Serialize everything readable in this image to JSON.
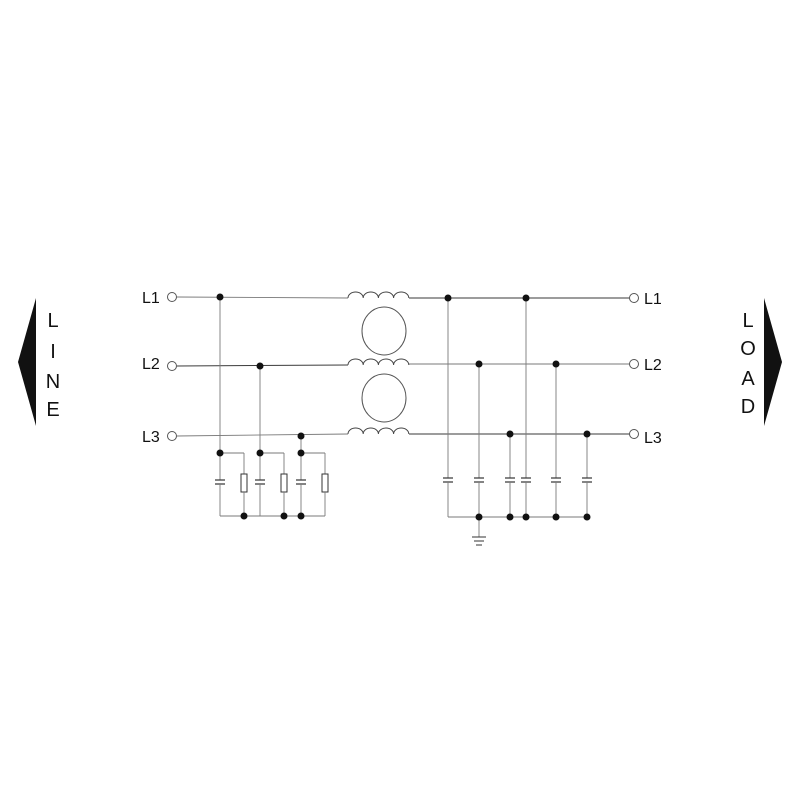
{
  "line_side": {
    "title": "LINE",
    "letters": [
      "L",
      "I",
      "N",
      "E"
    ],
    "terminals": [
      "L1",
      "L2",
      "L3"
    ]
  },
  "load_side": {
    "title": "LOAD",
    "letters": [
      "L",
      "O",
      "A",
      "D"
    ],
    "terminals": [
      "L1",
      "L2",
      "L3"
    ]
  },
  "colors": {
    "wire": "#3a3a3a",
    "junction": "#111111",
    "background": "#ffffff"
  }
}
